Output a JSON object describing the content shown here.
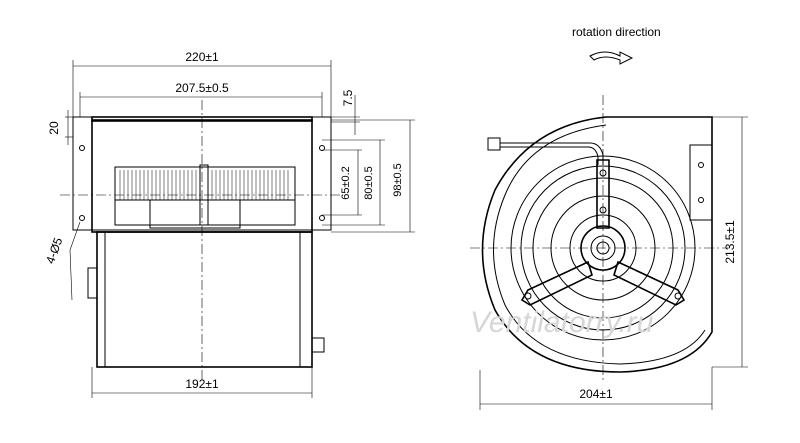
{
  "annotations": {
    "rotation_direction": "rotation direction"
  },
  "dimensions": {
    "overall_width": "220±1",
    "inner_width": "207.5±0.5",
    "flange_offset": "7.5",
    "top_height": "20",
    "dim_65": "65±0.2",
    "dim_80": "80±0.5",
    "dim_98": "98±0.5",
    "holes": "4-Ø5",
    "bottom_width": "192±1",
    "side_width": "204±1",
    "side_height": "213.5±1"
  },
  "watermark": "Ventilatorry.ru"
}
